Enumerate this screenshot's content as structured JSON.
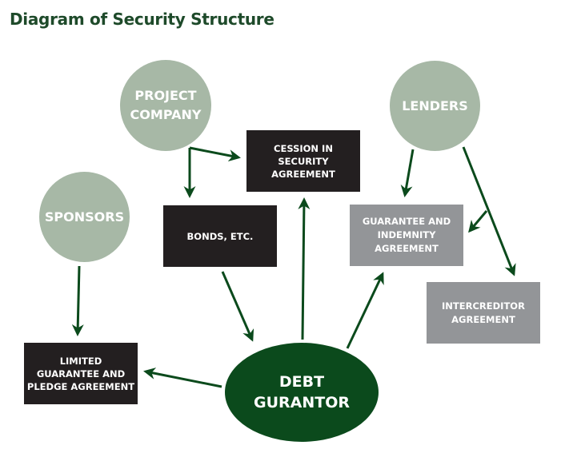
{
  "title": "Diagram of Security Structure",
  "colors": {
    "title": "#1e4a2a",
    "party_circle": "#a7b8a6",
    "dark_box": "#231f20",
    "gray_box": "#939598",
    "debt_guarantor": "#0b4a1c",
    "arrow": "#0b4a1c"
  },
  "nodes": {
    "project_company": "PROJECT\nCOMPANY",
    "lenders": "LENDERS",
    "sponsors": "SPONSORS",
    "cession": "CESSION IN\nSECURITY\nAGREEMENT",
    "bonds": "BONDS, ETC.",
    "guarantee_indemnity": "GUARANTEE AND\nINDEMNITY\nAGREEMENT",
    "intercreditor": "INTERCREDITOR\nAGREEMENT",
    "limited_guarantee": "LIMITED\nGUARANTEE AND\nPLEDGE AGREEMENT",
    "debt_guarantor": "DEBT\nGURANTOR"
  },
  "edges": [
    {
      "from": "PROJECT COMPANY",
      "to": "CESSION IN SECURITY AGREEMENT"
    },
    {
      "from": "PROJECT COMPANY",
      "to": "BONDS, ETC."
    },
    {
      "from": "LENDERS",
      "to": "GUARANTEE AND INDEMNITY AGREEMENT"
    },
    {
      "from": "LENDERS",
      "to": "INTERCREDITOR AGREEMENT"
    },
    {
      "from": "LENDERS",
      "to": "GUARANTEE AND INDEMNITY AGREEMENT",
      "note": "branch"
    },
    {
      "from": "SPONSORS",
      "to": "LIMITED GUARANTEE AND PLEDGE AGREEMENT"
    },
    {
      "from": "BONDS, ETC.",
      "to": "DEBT GURANTOR"
    },
    {
      "from": "DEBT GURANTOR",
      "to": "CESSION IN SECURITY AGREEMENT"
    },
    {
      "from": "DEBT GURANTOR",
      "to": "GUARANTEE AND INDEMNITY AGREEMENT"
    },
    {
      "from": "DEBT GURANTOR",
      "to": "LIMITED GUARANTEE AND PLEDGE AGREEMENT"
    }
  ]
}
